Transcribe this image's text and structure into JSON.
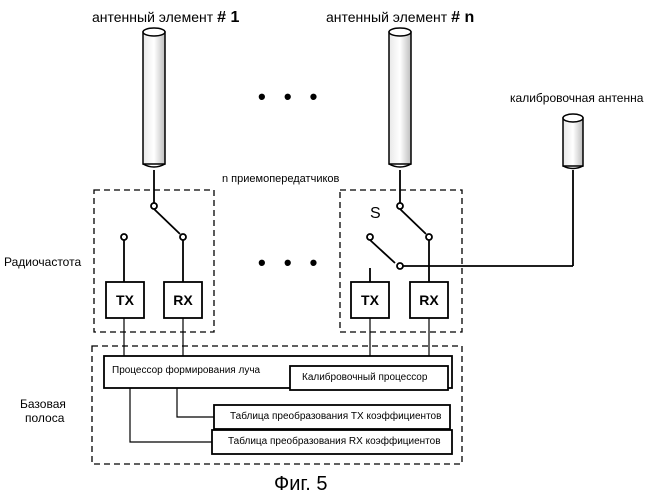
{
  "antenna1_label": "антенный элемент",
  "antenna1_index": "# 1",
  "antennaN_label": "антенный элемент",
  "antennaN_index": "# n",
  "calibration_antenna_label": "калибровочная антенна",
  "transceivers_label": "n приемопередатчиков",
  "rf_label": "Радиочастота",
  "baseband_label_line1": "Базовая",
  "baseband_label_line2": "полоса",
  "tx_label": "TX",
  "rx_label": "RX",
  "switch_label": "S",
  "ellipsis": "• • •",
  "beamforming_processor": "Процессор формирования луча",
  "calibration_processor": "Калибровочный процессор",
  "tx_table": "Таблица преобразования TX коэффициентов",
  "rx_table": "Таблица преобразования RX коэффициентов",
  "figure_caption": "Фиг. 5"
}
